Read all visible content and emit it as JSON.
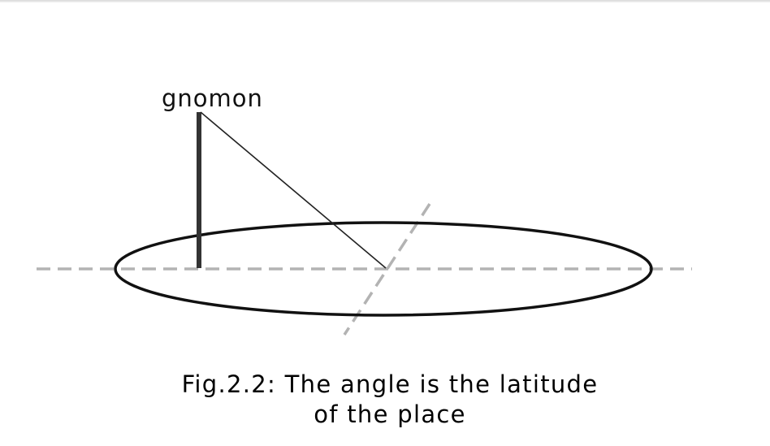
{
  "labels": {
    "gnomon": "gnomon"
  },
  "caption": {
    "line1": "Fig.2.2: The angle is the latitude",
    "line2": "of the place"
  },
  "colors": {
    "ink": "#111111",
    "guide": "#b3b3b3"
  }
}
